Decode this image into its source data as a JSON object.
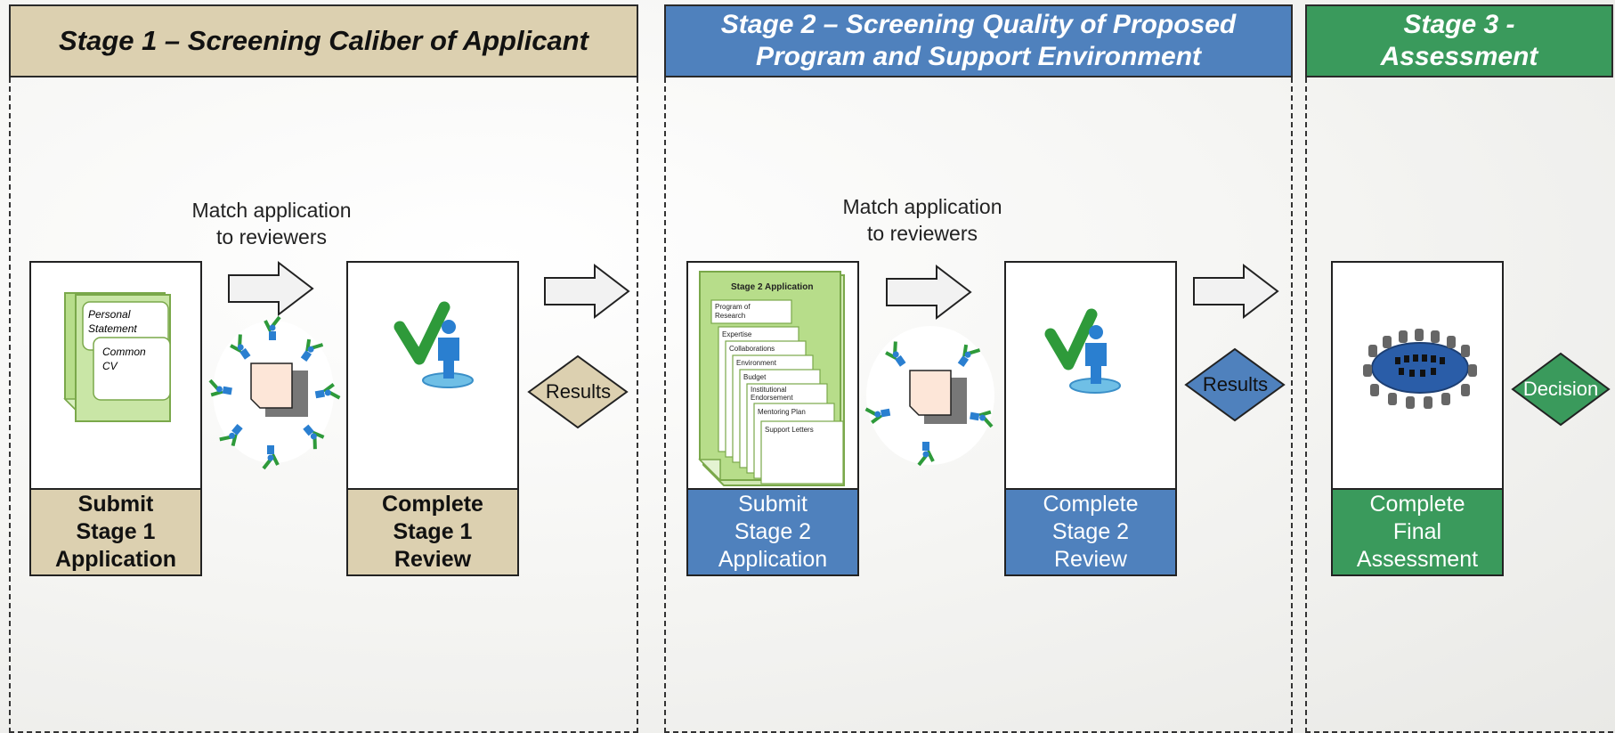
{
  "stages": [
    {
      "header_lines": [
        "Stage 1 – Screening Caliber of Applicant"
      ],
      "match_lines": [
        "Match application",
        "to reviewers"
      ],
      "submit_lines": [
        "Submit",
        "Stage 1",
        "Application"
      ],
      "review_lines": [
        "Complete",
        "Stage 1",
        "Review"
      ],
      "diamond_label": "Results",
      "doc_front": [
        "Common",
        "CV"
      ],
      "doc_back": [
        "Personal",
        "Statement"
      ]
    },
    {
      "header_lines": [
        "Stage 2 – Screening Quality of Proposed",
        "Program and Support Environment"
      ],
      "match_lines": [
        "Match application",
        "to reviewers"
      ],
      "submit_lines": [
        "Submit",
        "Stage 2",
        "Application"
      ],
      "review_lines": [
        "Complete",
        "Stage 2",
        "Review"
      ],
      "diamond_label": "Results",
      "app_title": "Stage 2 Application",
      "app_tabs": [
        "Program of Research",
        "Expertise",
        "Collaborations",
        "Environment",
        "Budget",
        "Institutional Endorsement",
        "Mentoring Plan",
        "Support Letters"
      ]
    },
    {
      "header_lines": [
        "Stage 3 -",
        "Assessment"
      ],
      "final_lines": [
        "Complete",
        "Final",
        "Assessment"
      ],
      "diamond_label": "Decision"
    }
  ],
  "colors": {
    "stage1": "#dcd0b0",
    "stage2": "#4f81bd",
    "stage3": "#3a9a5c",
    "checkmark": "#2e9a3a",
    "person": "#2a7fd0"
  },
  "icons": [
    "arrow-right-icon",
    "document-icon",
    "reviewer-icon",
    "checkmark-person-icon",
    "meeting-table-icon"
  ]
}
